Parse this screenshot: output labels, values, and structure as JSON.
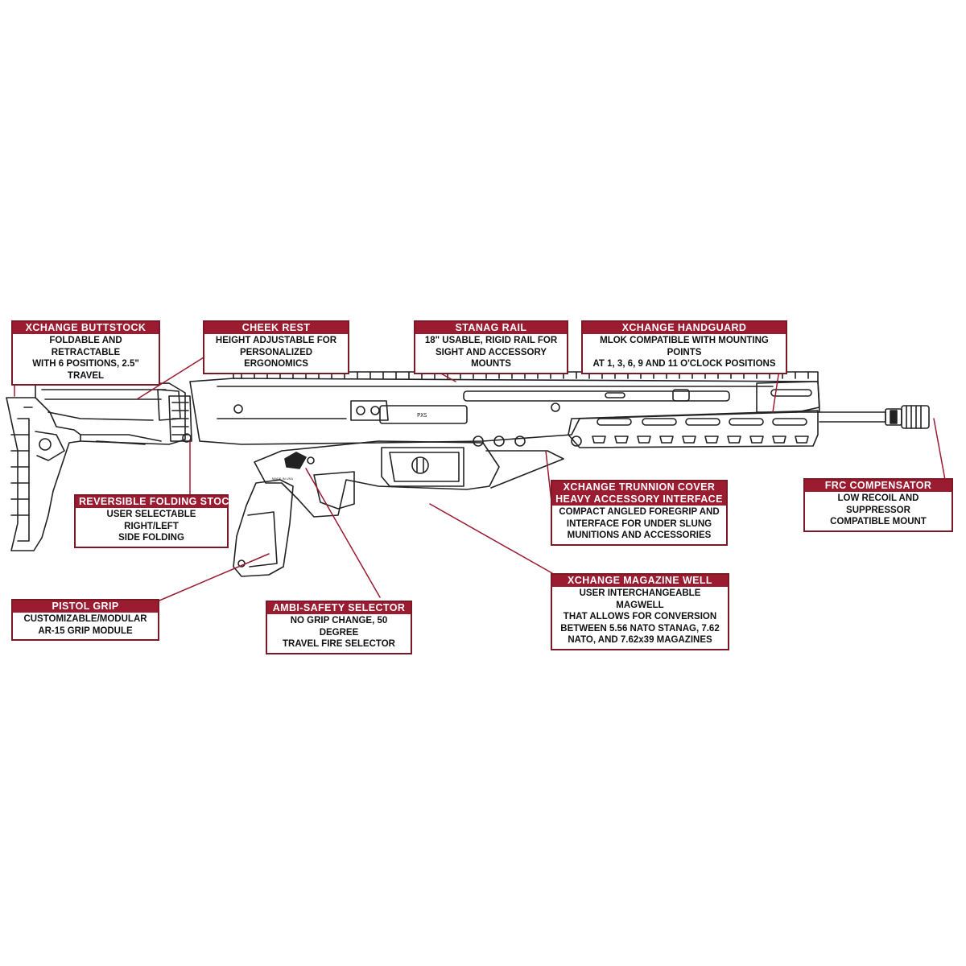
{
  "accent_color": "#9b1b30",
  "callouts": {
    "buttstock": {
      "title": "XCHANGE BUTTSTOCK",
      "text": "FOLDABLE AND RETRACTABLE\nWITH 6 POSITIONS, 2.5\" TRAVEL"
    },
    "cheek_rest": {
      "title": "CHEEK REST",
      "text": "HEIGHT ADJUSTABLE FOR\nPERSONALIZED ERGONOMICS"
    },
    "stanag_rail": {
      "title": "STANAG RAIL",
      "text": "18\" USABLE, RIGID RAIL FOR\nSIGHT AND ACCESSORY MOUNTS"
    },
    "handguard": {
      "title": "XCHANGE HANDGUARD",
      "text": "MLOK COMPATIBLE WITH MOUNTING POINTS\nAT 1, 3, 6, 9 AND 11 O'CLOCK POSITIONS"
    },
    "folding_stock": {
      "title": "REVERSIBLE FOLDING STOCK",
      "text": "USER SELECTABLE RIGHT/LEFT\nSIDE FOLDING"
    },
    "trunnion": {
      "title": "XCHANGE TRUNNION COVER\nHEAVY ACCESSORY INTERFACE",
      "text": "COMPACT ANGLED FOREGRIP AND\nINTERFACE FOR UNDER SLUNG\nMUNITIONS AND ACCESSORIES"
    },
    "compensator": {
      "title": "FRC COMPENSATOR",
      "text": "LOW RECOIL AND SUPPRESSOR\nCOMPATIBLE MOUNT"
    },
    "magazine_well": {
      "title": "XCHANGE MAGAZINE WELL",
      "text": "USER INTERCHANGEABLE MAGWELL\nTHAT ALLOWS FOR CONVERSION\nBETWEEN 5.56 NATO STANAG, 7.62\nNATO, AND 7.62x39 MAGAZINES"
    },
    "pistol_grip": {
      "title": "PISTOL GRIP",
      "text": "CUSTOMIZABLE/MODULAR\nAR-15 GRIP MODULE"
    },
    "safety": {
      "title": "AMBI-SAFETY SELECTOR",
      "text": "NO GRIP CHANGE, 50 DEGREE\nTRAVEL FIRE SELECTOR"
    }
  },
  "rifle": {
    "markings": {
      "rail_mark": "PXS",
      "made_in": "MADE IN USA"
    },
    "icons": {
      "logo": "maker-logo-icon"
    }
  }
}
